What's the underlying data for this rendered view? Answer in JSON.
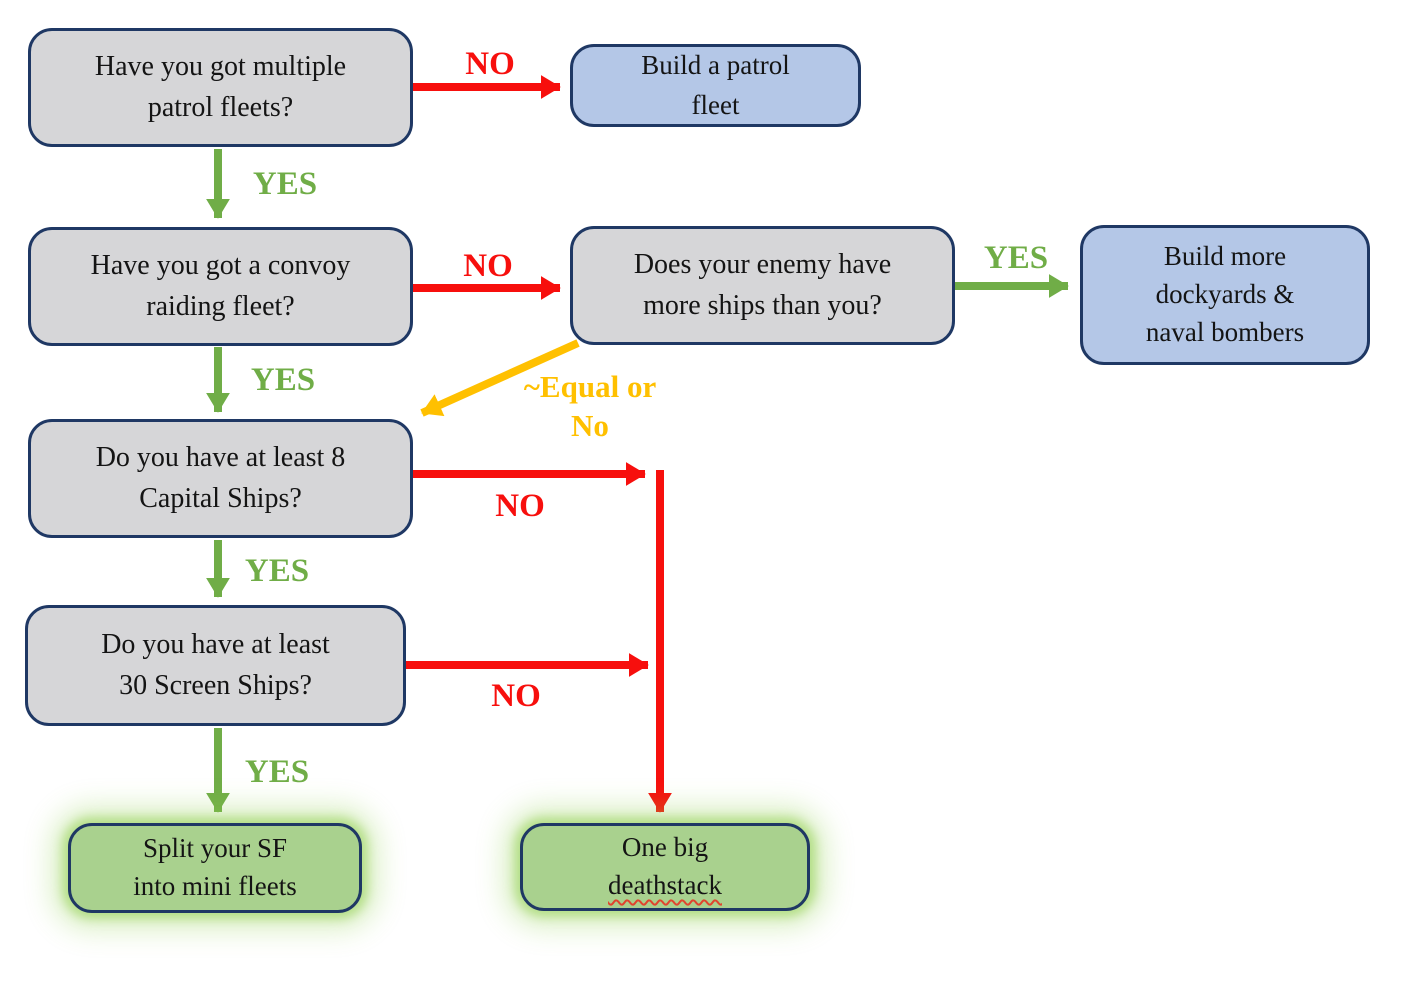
{
  "colors": {
    "red": "#f70f0d",
    "green": "#70ad47",
    "yellow": "#ffc000",
    "navy": "#1f3864",
    "gray-fill": "#d6d6d8",
    "blue-fill": "#b4c7e7",
    "green-fill": "#a9d18e",
    "text": "#141414"
  },
  "nodes": {
    "q_multiple_patrol": "Have you got multiple\npatrol fleets?",
    "build_patrol": "Build a patrol\nfleet",
    "q_convoy_raiding": "Have you got a convoy\nraiding fleet?",
    "q_enemy_more_ships": "Does your enemy have\nmore ships than you?",
    "build_dockyards": "Build more\ndockyards &\nnaval bombers",
    "q_capital_ships": "Do you have at least 8\nCapital Ships?",
    "q_screen_ships": "Do you have at least\n30 Screen Ships?",
    "split_sf": "Split your SF\ninto mini fleets",
    "deathstack_line1": "One big",
    "deathstack_line2": "deathstack"
  },
  "labels": {
    "yes": "YES",
    "no": "NO",
    "equal_or_no": "~Equal or\nNo"
  }
}
